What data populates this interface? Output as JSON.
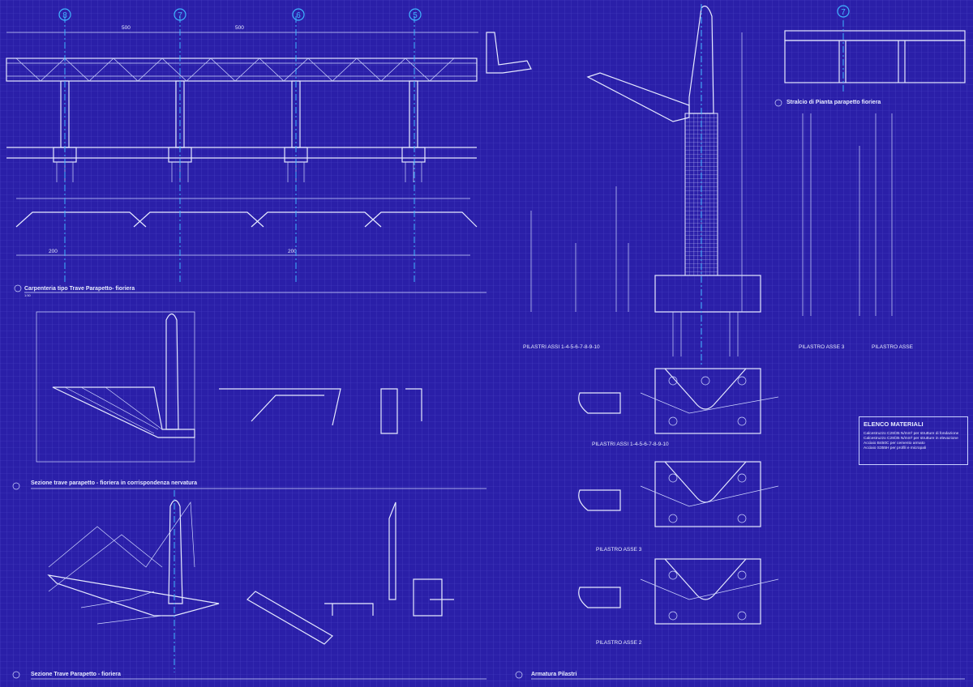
{
  "axes_top": [
    "8",
    "7",
    "6",
    "5"
  ],
  "axis_plan": "7",
  "titles": {
    "carpenteria": "Carpenteria tipo Trave Parapetto- fioriera",
    "sezione_nervatura": "Sezione trave parapetto - fioriera in corrispondenza nervatura",
    "sezione": "Sezione Trave Parapetto - fioriera",
    "armatura": "Armatura Pilastri",
    "stralcio": "Stralcio di Pianta parapetto fioriera"
  },
  "labels": {
    "pilastri_1": "PILASTRI ASSI 1-4-5-6-7-8-9-10",
    "pilastri_2": "PILASTRI ASSI 1-4-5-6-7-8-9-10",
    "asse3a": "PILASTRO ASSE 3",
    "asse_right": "PILASTRO ASSE",
    "asse3b": "PILASTRO ASSE 3",
    "asse2": "PILASTRO ASSE 2",
    "dim500a": "500",
    "dim500b": "500",
    "dim200a": "200",
    "dim200b": "200",
    "scale": "1:50"
  },
  "materials": {
    "title": "ELENCO MATERIALI",
    "items": [
      "Calcestruzzo C28/35 N/mm² per strutture di fondazione",
      "Calcestruzzo C28/35 N/mm² per strutture in elevazione",
      "Acciaio B450C per cemento armato",
      "Acciaio S355H per profili e micropali"
    ]
  },
  "colors": {
    "background": "#2a1fa8",
    "lines": "#e6eaff",
    "axes": "#3fb4ff"
  }
}
